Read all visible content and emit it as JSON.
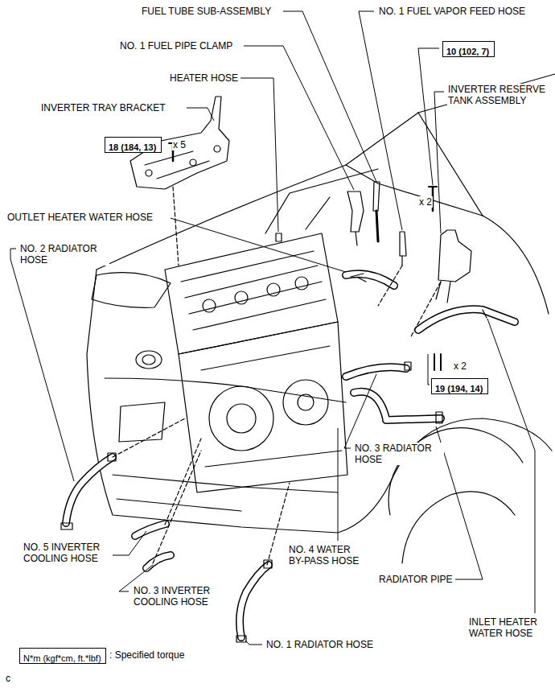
{
  "diagram": {
    "nodes": [
      {
        "text": [
          "18 (184, 13)"
        ]
      },
      {
        "text": [
          "10 (102, 7)"
        ]
      },
      {
        "text": [
          "19 (194, 14)"
        ]
      },
      {
        "text": [
          "N*m (kgf*cm, ft.*lbf)"
        ]
      }
    ],
    "labels": [
      "FUEL TUBE SUB-ASSEMBLY",
      "NO. 1 FUEL VAPOR FEED HOSE",
      "NO. 1 FUEL PIPE CLAMP",
      "HEATER HOSE",
      "INVERTER TRAY BRACKET",
      "x 5",
      "INVERTER RESERVE TANK ASSEMBLY",
      "x 2",
      "OUTLET HEATER WATER HOSE",
      "NO. 2 RADIATOR HOSE",
      "x 2",
      "NO. 3 RADIATOR HOSE",
      "NO. 5 INVERTER COOLING HOSE",
      "NO. 4 WATER BY-PASS HOSE",
      "NO. 3 INVERTER COOLING HOSE",
      "RADIATOR PIPE",
      "INLET HEATER WATER HOSE",
      "NO. 1 RADIATOR HOSE",
      ": Specified torque",
      "c"
    ]
  }
}
